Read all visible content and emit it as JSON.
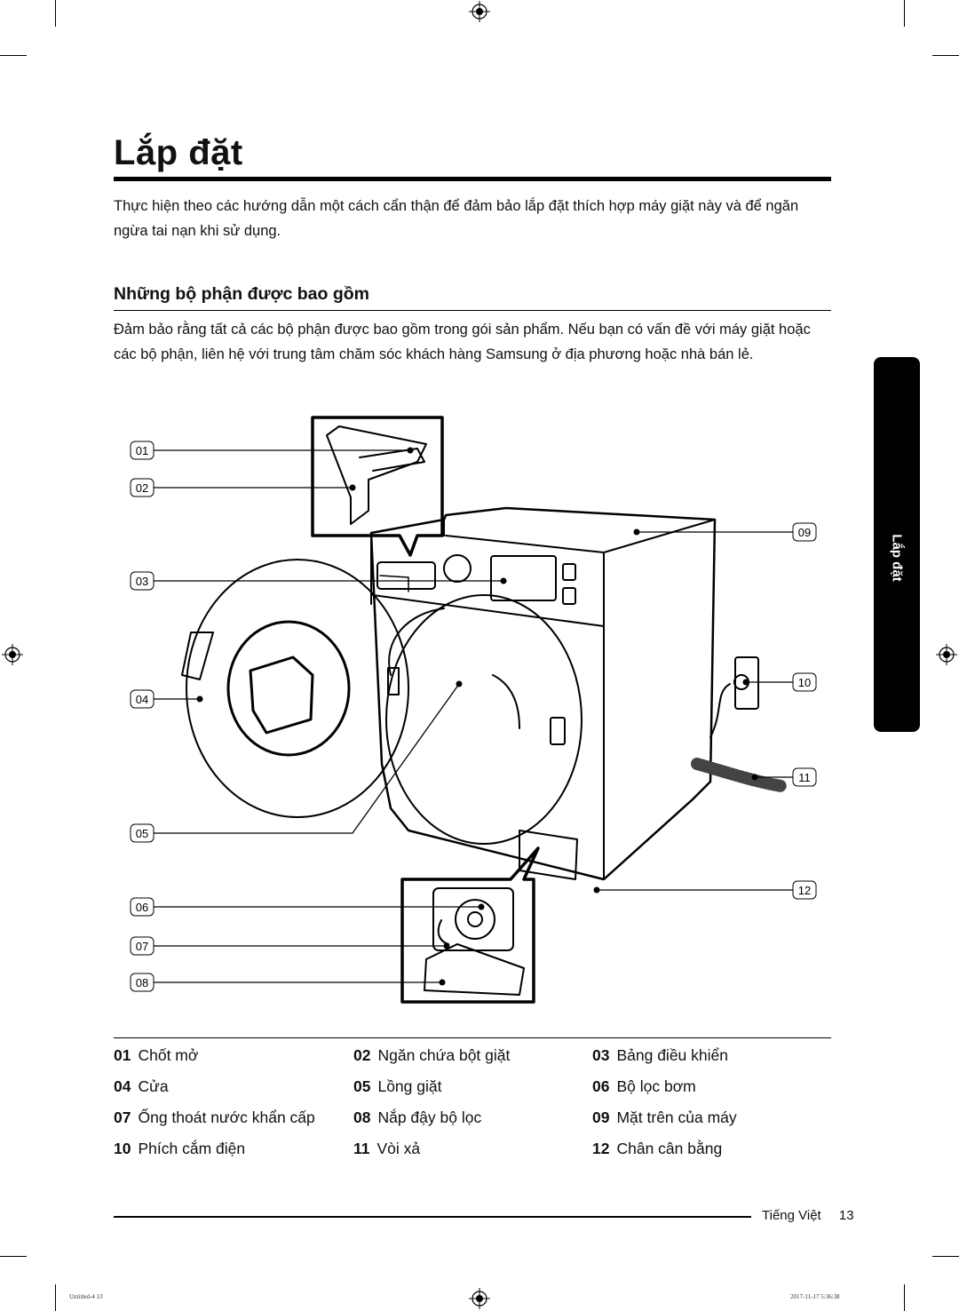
{
  "title": "Lắp đặt",
  "intro": "Thực hiện theo các hướng dẫn một cách cẩn thận để đảm bảo lắp đặt thích hợp máy giặt này và để ngăn ngừa tai nạn khi sử dụng.",
  "section": {
    "heading": "Những bộ phận được bao gồm",
    "text": "Đảm bảo rằng tất cả các bộ phận được bao gồm trong gói sản phẩm. Nếu bạn có vấn đề với máy giặt hoặc các bộ phận, liên hệ với trung tâm chăm sóc khách hàng Samsung ở địa phương hoặc nhà bán lẻ."
  },
  "side_tab": "Lắp đặt",
  "callouts": [
    "01",
    "02",
    "03",
    "04",
    "05",
    "06",
    "07",
    "08",
    "09",
    "10",
    "11",
    "12"
  ],
  "legend": [
    {
      "num": "01",
      "label": "Chốt mở"
    },
    {
      "num": "02",
      "label": "Ngăn chứa bột giặt"
    },
    {
      "num": "03",
      "label": "Bảng điều khiển"
    },
    {
      "num": "04",
      "label": "Cửa"
    },
    {
      "num": "05",
      "label": "Lồng giặt"
    },
    {
      "num": "06",
      "label": "Bộ lọc bơm"
    },
    {
      "num": "07",
      "label": "Ống thoát nước khẩn cấp"
    },
    {
      "num": "08",
      "label": "Nắp đậy bộ lọc"
    },
    {
      "num": "09",
      "label": "Mặt trên của máy"
    },
    {
      "num": "10",
      "label": "Phích cắm điện"
    },
    {
      "num": "11",
      "label": "Vòi xả"
    },
    {
      "num": "12",
      "label": "Chân cân bằng"
    }
  ],
  "footer": {
    "language": "Tiếng Việt",
    "page": "13"
  },
  "slug": {
    "file": "Untitled-4   13",
    "date": "2017-11-17   5:36:38"
  }
}
